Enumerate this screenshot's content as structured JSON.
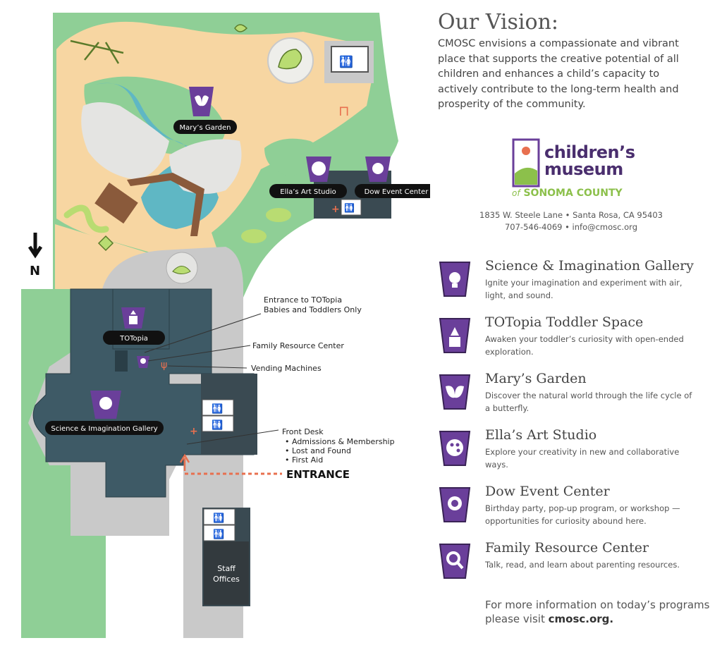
{
  "vision": {
    "title": "Our Vision:",
    "text": "CMOSC envisions a compassionate and vibrant place that supports the creative potential of all children and enhances a child’s capacity to actively contribute to the long-term health and prosperity of the community."
  },
  "logo": {
    "line1": "children’s",
    "line2": "museum",
    "of": "of",
    "county": "SONOMA COUNTY"
  },
  "contact": {
    "address": "1835 W. Steele Lane • Santa Rosa, CA 95403",
    "phone_email": "707-546-4069 • info@cmosc.org"
  },
  "legend": [
    {
      "icon": "lightbulb-icon",
      "title": "Science & Imagination Gallery",
      "desc": "Ignite your imagination and experiment with air, light, and sound."
    },
    {
      "icon": "building-blocks-icon",
      "title": "TOTopia Toddler Space",
      "desc": "Awaken your toddler’s curiosity with open-ended exploration."
    },
    {
      "icon": "butterfly-icon",
      "title": "Mary’s Garden",
      "desc": "Discover the natural world through the life cycle of a butterfly."
    },
    {
      "icon": "palette-icon",
      "title": "Ella’s Art Studio",
      "desc": "Explore your creativity in new and collaborative ways."
    },
    {
      "icon": "sun-badge-icon",
      "title": "Dow Event Center",
      "desc": "Birthday party, pop-up program, or workshop — opportunities for curiosity abound here."
    },
    {
      "icon": "magnifier-icon",
      "title": "Family Resource Center",
      "desc": "Talk, read, and learn about parenting resources."
    }
  ],
  "more_info": {
    "text": "For more information on today’s programs please visit",
    "link": "cmosc.org."
  },
  "map": {
    "north": "N",
    "labels": {
      "marys_garden": "Mary’s Garden",
      "ellas_art_studio": "Ella’s Art Studio",
      "dow_event_center": "Dow Event Center",
      "totopia": "TOTopia",
      "science_gallery": "Science & Imagination Gallery",
      "staff_offices_1": "Staff",
      "staff_offices_2": "Offices",
      "entrance": "ENTRANCE"
    },
    "callouts": {
      "totopia_entrance_1": "Entrance to TOTopia",
      "totopia_entrance_2": "Babies and Toddlers Only",
      "family_resource": "Family Resource Center",
      "vending": "Vending Machines",
      "front_desk": "Front Desk",
      "front_desk_1": "• Admissions & Membership",
      "front_desk_2": "• Lost and Found",
      "front_desk_3": "• First Aid"
    }
  },
  "colors": {
    "grass": "#8fcf96",
    "path": "#f7d6a2",
    "building": "#3e5a66",
    "plaza": "#c9c9c9",
    "water": "#5fb7c4",
    "purple": "#6a3f9a",
    "accent": "#e8704f"
  }
}
